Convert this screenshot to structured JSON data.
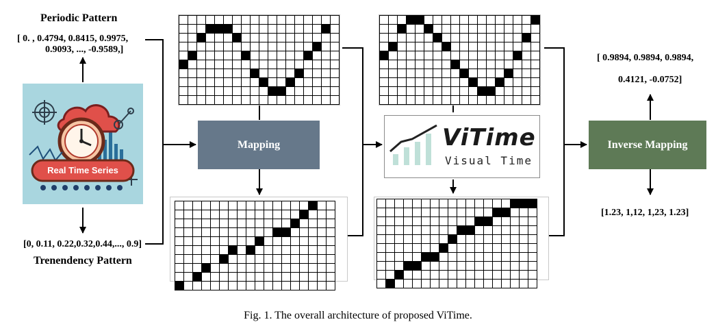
{
  "labels": {
    "periodic_title": "Periodic  Pattern",
    "periodic_line1": "[ 0.     , 0.4794,  0.8415,  0.9975,",
    "periodic_line2": "0.9093,  ...,  -0.9589,]",
    "trend_values": "[0, 0.11, 0.22,0.32,0.44,..., 0.9]",
    "trend_title": "Trenendency Pattern",
    "output_line1": "[  0.9894,  0.9894, 0.9894,",
    "output_line2": "0.4121, -0.0752]",
    "output_bottom": "[1.23, 1,12, 1,23, 1.23]"
  },
  "logo": {
    "text": "Real Time Series"
  },
  "boxes": {
    "mapping": "Mapping",
    "vitime_brand": "ViTime",
    "vitime_sub": "Visual Time",
    "inverse_mapping": "Inverse Mapping"
  },
  "colors": {
    "mapping_box": "#66788a",
    "inverse_box": "#5e7a56",
    "logo_bg": "#a9d6df",
    "vitime_bars": "#bfe0d8"
  },
  "grids": {
    "periodic": {
      "cols": 18,
      "rows": 10,
      "filled": [
        [
          0,
          5
        ],
        [
          1,
          4
        ],
        [
          2,
          2
        ],
        [
          3,
          1
        ],
        [
          4,
          1
        ],
        [
          5,
          1
        ],
        [
          6,
          2
        ],
        [
          7,
          4
        ],
        [
          8,
          6
        ],
        [
          9,
          7
        ],
        [
          10,
          8
        ],
        [
          11,
          8
        ],
        [
          12,
          7
        ],
        [
          13,
          6
        ],
        [
          14,
          4
        ],
        [
          15,
          3
        ],
        [
          16,
          1
        ]
      ]
    },
    "trend": {
      "cols": 18,
      "rows": 10,
      "filled": [
        [
          0,
          9
        ],
        [
          2,
          8
        ],
        [
          3,
          7
        ],
        [
          5,
          6
        ],
        [
          6,
          5
        ],
        [
          8,
          5
        ],
        [
          9,
          4
        ],
        [
          11,
          3
        ],
        [
          12,
          3
        ],
        [
          13,
          2
        ],
        [
          14,
          1
        ],
        [
          15,
          0
        ]
      ]
    },
    "periodic_out": {
      "cols": 18,
      "rows": 10,
      "filled": [
        [
          0,
          4
        ],
        [
          1,
          3
        ],
        [
          2,
          1
        ],
        [
          3,
          0
        ],
        [
          4,
          0
        ],
        [
          5,
          1
        ],
        [
          6,
          2
        ],
        [
          7,
          3
        ],
        [
          8,
          5
        ],
        [
          9,
          6
        ],
        [
          10,
          7
        ],
        [
          11,
          8
        ],
        [
          12,
          8
        ],
        [
          13,
          7
        ],
        [
          14,
          6
        ],
        [
          15,
          4
        ],
        [
          16,
          2
        ],
        [
          17,
          0
        ]
      ]
    },
    "trend_out": {
      "cols": 18,
      "rows": 10,
      "filled": [
        [
          1,
          9
        ],
        [
          2,
          8
        ],
        [
          3,
          7
        ],
        [
          4,
          7
        ],
        [
          5,
          6
        ],
        [
          6,
          6
        ],
        [
          7,
          5
        ],
        [
          8,
          4
        ],
        [
          9,
          3
        ],
        [
          10,
          3
        ],
        [
          11,
          2
        ],
        [
          12,
          2
        ],
        [
          13,
          1
        ],
        [
          14,
          1
        ],
        [
          15,
          0
        ],
        [
          16,
          0
        ],
        [
          17,
          0
        ]
      ]
    }
  },
  "caption": "Fig. 1. The overall architecture of proposed ViTime."
}
